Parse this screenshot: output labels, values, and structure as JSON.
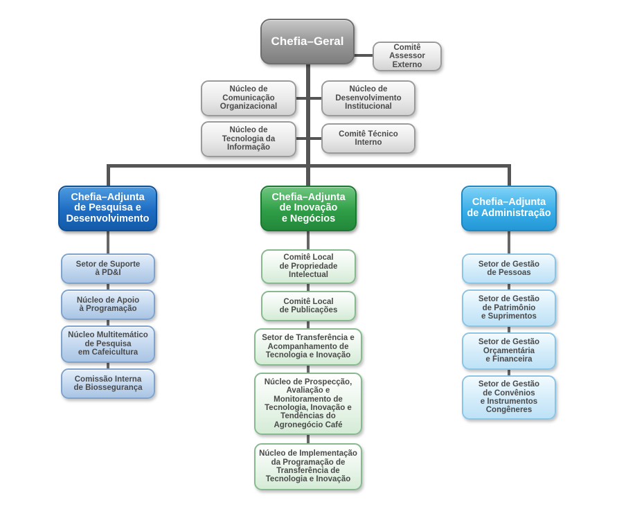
{
  "top": {
    "chefia_geral": "Chefia–Geral",
    "comite_assessor": "Comitê\nAssessor\nExterno",
    "nucleo_comunicacao": "Núcleo de\nComunicação\nOrganizacional",
    "nucleo_desenvolvimento": "Núcleo de\nDesenvolvimento\nInstitucional",
    "nucleo_tecnologia": "Núcleo de\nTecnologia da\nInformação",
    "comite_tecnico": "Comitê Técnico\nInterno"
  },
  "branches": [
    {
      "head": "Chefia–Adjunta\nde Pesquisa e\nDesenvolvimento",
      "items": [
        "Setor de Suporte\nà PD&I",
        "Núcleo de Apoio\nà Programação",
        "Núcleo Multitemático\nde Pesquisa\nem Cafeicultura",
        "Comissão Interna\nde Biossegurança"
      ]
    },
    {
      "head": "Chefia–Adjunta\nde Inovação\ne Negócios",
      "items": [
        "Comitê Local\nde Propriedade\nIntelectual",
        "Comitê Local\nde Publicações",
        "Setor de Transferência e\nAcompanhamento de\nTecnologia e Inovação",
        "Núcleo de Prospecção,\nAvaliação e\nMonitoramento de\nTecnologia, Inovação e\nTendências do\nAgronegócio Café",
        "Núcleo de Implementação\nda Programação de\nTransferência de\nTecnologia e Inovação"
      ]
    },
    {
      "head": "Chefia–Adjunta\nde Administração",
      "items": [
        "Setor de Gestão\nde Pessoas",
        "Setor de Gestão\nde Patrimônio\ne Suprimentos",
        "Setor de Gestão\nOrçamentária\ne Financeira",
        "Setor de Gestão\nde Convênios\ne Instrumentos\nCongêneres"
      ]
    }
  ],
  "colors": {
    "connector": "#555555",
    "gray_head": "#8a8a8a",
    "blue_head": "#1e6cc2",
    "green_head": "#2f9e47",
    "sky_head": "#3aaee8"
  }
}
